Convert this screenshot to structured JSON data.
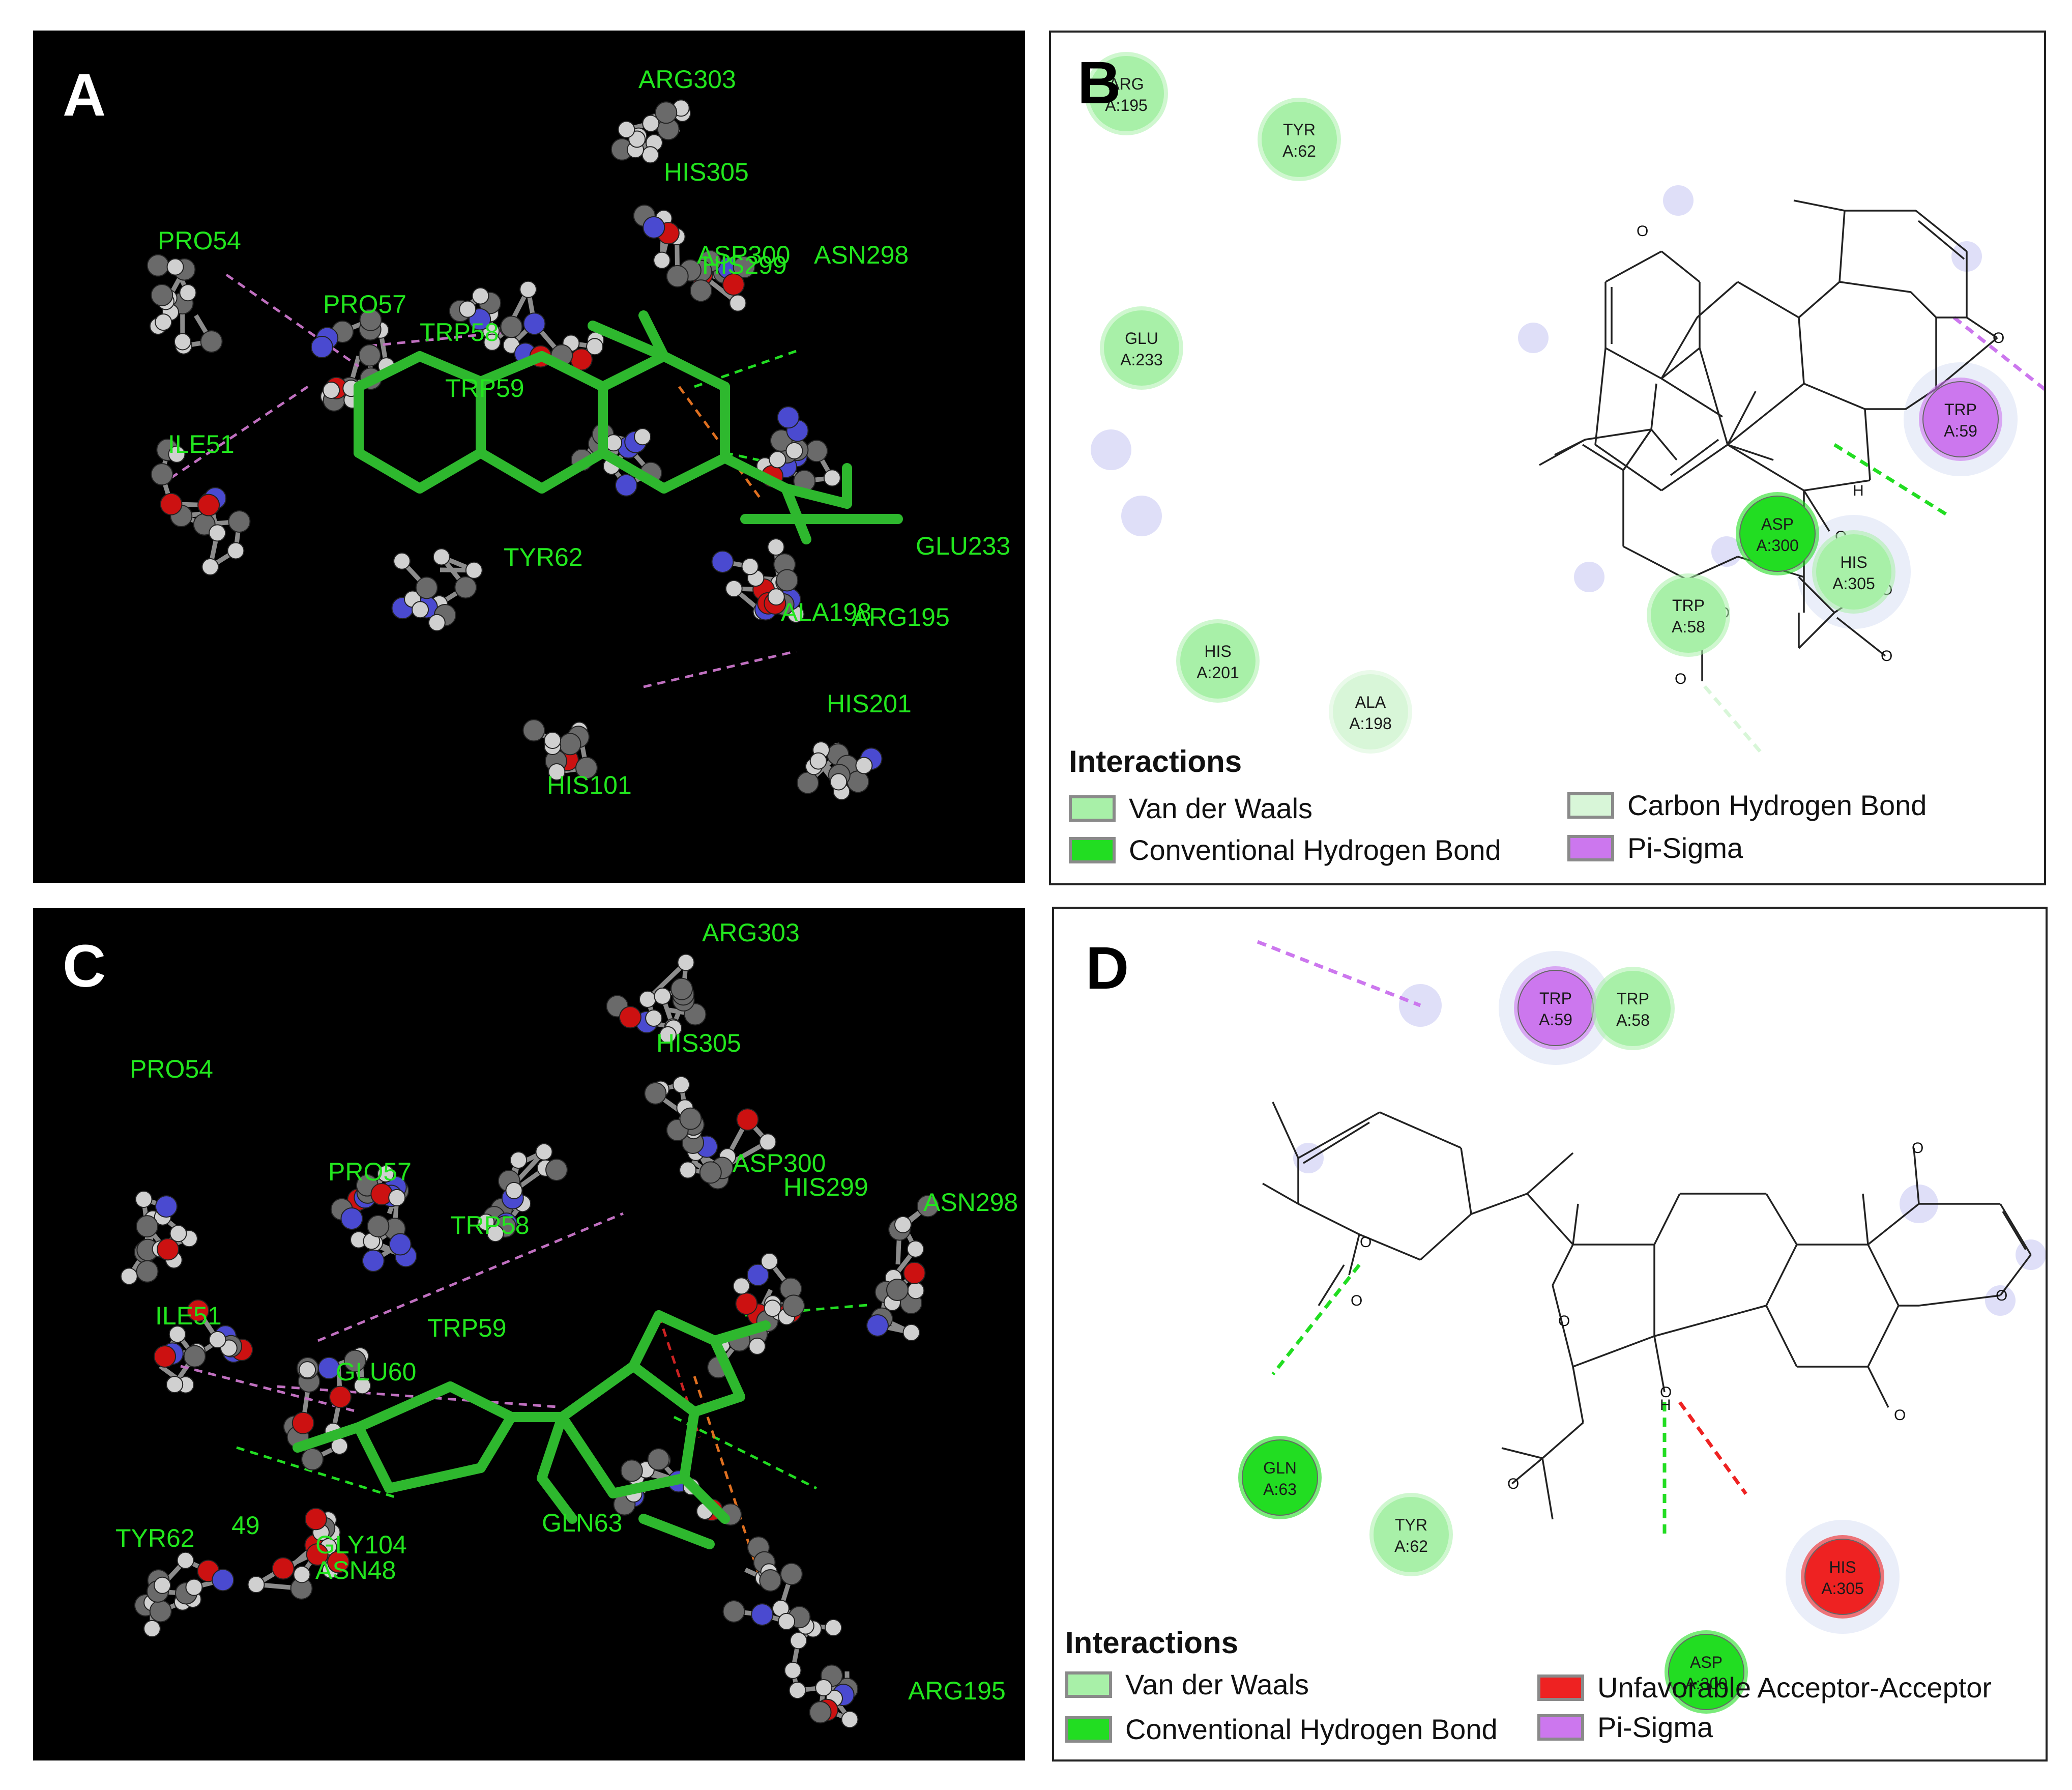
{
  "colors": {
    "vdw": "#a8f0a8",
    "hbond": "#22dd22",
    "carbon_hbond": "#d8f6d8",
    "pi_sigma": "#cc77ee",
    "unfavorable": "#ee2222",
    "label_green": "#22e61e",
    "atom_carbon": "#6a6a6a",
    "atom_hydrogen": "#d0d0d0",
    "atom_oxygen": "#cc1111",
    "atom_nitrogen": "#4a4ad0",
    "ligand": "#2eb82e"
  },
  "panels": {
    "a": {
      "letter": "A",
      "residues": [
        {
          "id": "arg303",
          "label": "ARG303"
        },
        {
          "id": "his305",
          "label": "HIS305"
        },
        {
          "id": "pro54",
          "label": "PRO54"
        },
        {
          "id": "asp300",
          "label": "ASP300"
        },
        {
          "id": "his299",
          "label": "HIS299"
        },
        {
          "id": "asn298",
          "label": "ASN298"
        },
        {
          "id": "pro57",
          "label": "PRO57"
        },
        {
          "id": "trp58",
          "label": "TRP58"
        },
        {
          "id": "trp59",
          "label": "TRP59"
        },
        {
          "id": "ile51",
          "label": "ILE51"
        },
        {
          "id": "tyr62",
          "label": "TYR62"
        },
        {
          "id": "glu233",
          "label": "GLU233"
        },
        {
          "id": "ala198",
          "label": "ALA198"
        },
        {
          "id": "arg195",
          "label": "ARG195"
        },
        {
          "id": "his201",
          "label": "HIS201"
        },
        {
          "id": "his101",
          "label": "HIS101"
        }
      ]
    },
    "b": {
      "letter": "B",
      "residues": [
        {
          "id": "arg195",
          "name": "ARG",
          "pos": "A:195",
          "type": "vdw"
        },
        {
          "id": "tyr62",
          "name": "TYR",
          "pos": "A:62",
          "type": "vdw"
        },
        {
          "id": "glu233",
          "name": "GLU",
          "pos": "A:233",
          "type": "vdw"
        },
        {
          "id": "trp59",
          "name": "TRP",
          "pos": "A:59",
          "type": "pi_sigma"
        },
        {
          "id": "asp300",
          "name": "ASP",
          "pos": "A:300",
          "type": "hbond"
        },
        {
          "id": "his305",
          "name": "HIS",
          "pos": "A:305",
          "type": "vdw"
        },
        {
          "id": "trp58",
          "name": "TRP",
          "pos": "A:58",
          "type": "vdw"
        },
        {
          "id": "his201",
          "name": "HIS",
          "pos": "A:201",
          "type": "vdw"
        },
        {
          "id": "ala198",
          "name": "ALA",
          "pos": "A:198",
          "type": "carbon_hbond"
        }
      ],
      "legend": {
        "title": "Interactions",
        "items": [
          {
            "label": "Van der Waals",
            "type": "vdw"
          },
          {
            "label": "Carbon Hydrogen Bond",
            "type": "carbon_hbond"
          },
          {
            "label": "Conventional Hydrogen Bond",
            "type": "hbond"
          },
          {
            "label": "Pi-Sigma",
            "type": "pi_sigma"
          }
        ]
      }
    },
    "c": {
      "letter": "C",
      "residues": [
        {
          "id": "arg303",
          "label": "ARG303"
        },
        {
          "id": "his305",
          "label": "HIS305"
        },
        {
          "id": "pro54",
          "label": "PRO54"
        },
        {
          "id": "pro57",
          "label": "PRO57"
        },
        {
          "id": "asp300",
          "label": "ASP300"
        },
        {
          "id": "his299",
          "label": "HIS299"
        },
        {
          "id": "asn298",
          "label": "ASN298"
        },
        {
          "id": "trp58",
          "label": "TRP58"
        },
        {
          "id": "ile51",
          "label": "ILE51"
        },
        {
          "id": "trp59",
          "label": "TRP59"
        },
        {
          "id": "glu60",
          "label": "GLU60"
        },
        {
          "id": "res49",
          "label": "49"
        },
        {
          "id": "tyr62",
          "label": "TYR62"
        },
        {
          "id": "gly104",
          "label": "GLY104"
        },
        {
          "id": "gln63",
          "label": "GLN63"
        },
        {
          "id": "asn48",
          "label": "ASN48"
        },
        {
          "id": "arg195",
          "label": "ARG195"
        }
      ]
    },
    "d": {
      "letter": "D",
      "residues": [
        {
          "id": "trp59",
          "name": "TRP",
          "pos": "A:59",
          "type": "pi_sigma"
        },
        {
          "id": "trp58",
          "name": "TRP",
          "pos": "A:58",
          "type": "vdw"
        },
        {
          "id": "gln63",
          "name": "GLN",
          "pos": "A:63",
          "type": "hbond"
        },
        {
          "id": "tyr62",
          "name": "TYR",
          "pos": "A:62",
          "type": "vdw"
        },
        {
          "id": "asp300",
          "name": "ASP",
          "pos": "A:300",
          "type": "hbond"
        },
        {
          "id": "his305",
          "name": "HIS",
          "pos": "A:305",
          "type": "unfavorable"
        }
      ],
      "legend": {
        "title": "Interactions",
        "items": [
          {
            "label": "Van der Waals",
            "type": "vdw"
          },
          {
            "label": "Unfavorable Acceptor-Acceptor",
            "type": "unfavorable"
          },
          {
            "label": "Conventional Hydrogen Bond",
            "type": "hbond"
          },
          {
            "label": "Pi-Sigma",
            "type": "pi_sigma"
          }
        ]
      }
    }
  },
  "atom_labels": {
    "oxygen": "O",
    "hydrogen": "H"
  }
}
